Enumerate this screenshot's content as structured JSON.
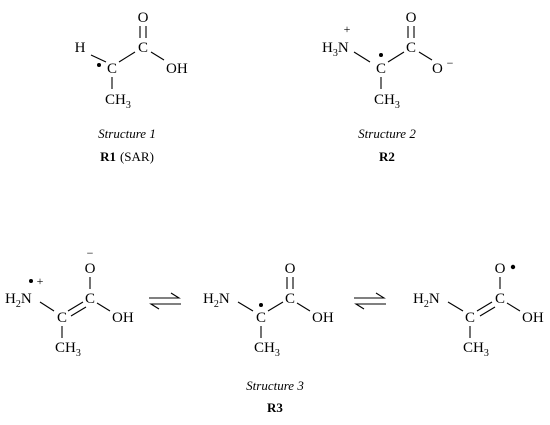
{
  "atoms": {
    "h": "H",
    "c": "C",
    "o": "O",
    "oh": "OH",
    "n": "N",
    "h2": "H",
    "h3": "H",
    "ch": "CH",
    "sub2": "2",
    "sub3": "3"
  },
  "charges": {
    "plus": "+",
    "minus": "−",
    "radical": "•"
  },
  "structure_1": {
    "caption": "Structure 1",
    "label": "R1",
    "label_note": "(SAR)"
  },
  "structure_2": {
    "caption": "Structure 2",
    "label": "R2"
  },
  "structure_3": {
    "caption": "Structure 3",
    "label": "R3"
  }
}
